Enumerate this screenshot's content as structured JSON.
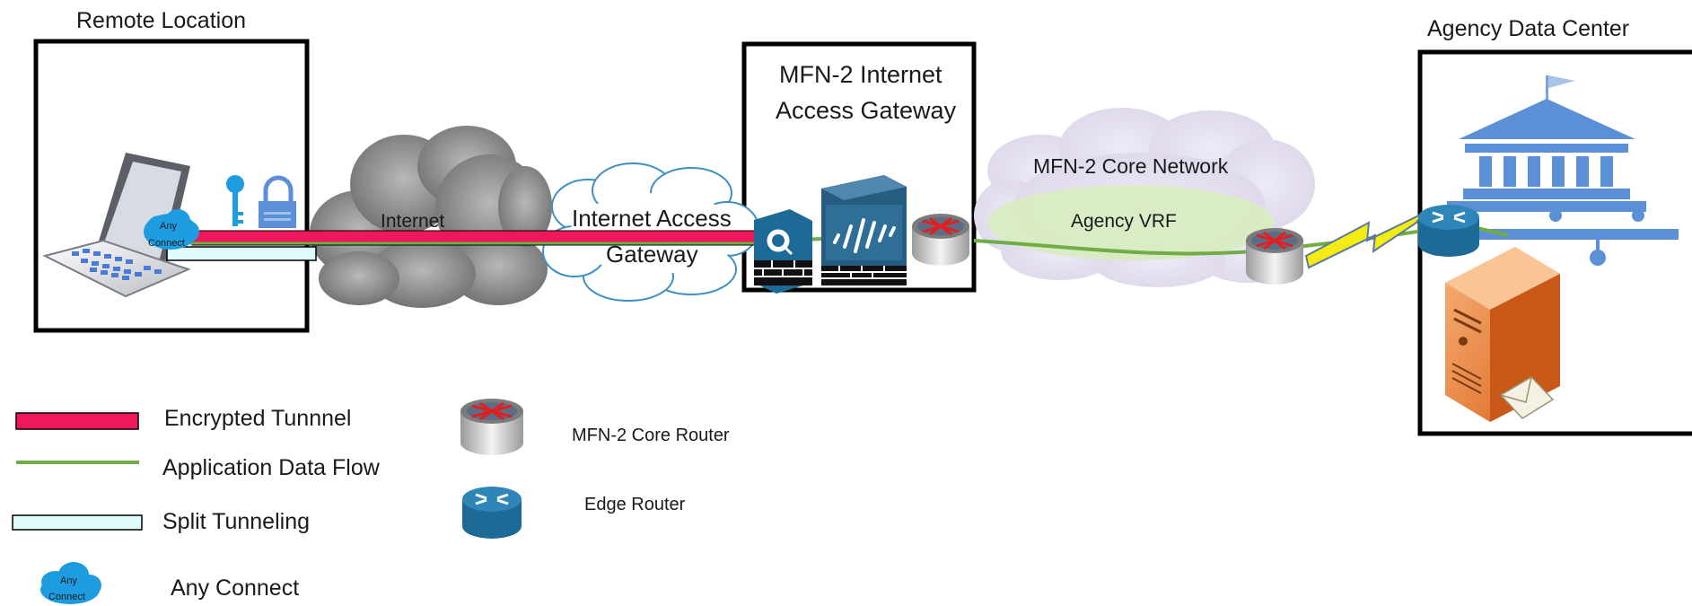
{
  "zones": {
    "remote": {
      "title": "Remote Location"
    },
    "gateway": {
      "title_line1": "MFN-2 Internet",
      "title_line2": "Access Gateway"
    },
    "datacenter": {
      "title": "Agency Data Center"
    }
  },
  "clouds": {
    "internet": "Internet",
    "iag_line1": "Internet Access",
    "iag_line2": "Gateway",
    "core": "MFN-2 Core Network",
    "vrf": "Agency VRF"
  },
  "anyconnect_badge": {
    "line1": "Any",
    "line2": "Connect"
  },
  "legend": {
    "encrypted_tunnel": "Encrypted Tunnnel",
    "app_data_flow": "Application Data Flow",
    "split_tunneling": "Split Tunneling",
    "any_connect": "Any Connect",
    "core_router": "MFN-2 Core Router",
    "edge_router": "Edge Router"
  },
  "colors": {
    "tunnel": "#f0185a",
    "data_flow": "#70ad47",
    "split": "#dffbfb",
    "anyconnect": "#1e9ce0",
    "building": "#5b8fd6",
    "server": "#e87a2a",
    "router_blue": "#1d6a96",
    "cloud_gray": "#9a9a9a",
    "cloud_core": "#e4e0ef",
    "cloud_vrf": "#d9ecc2"
  }
}
